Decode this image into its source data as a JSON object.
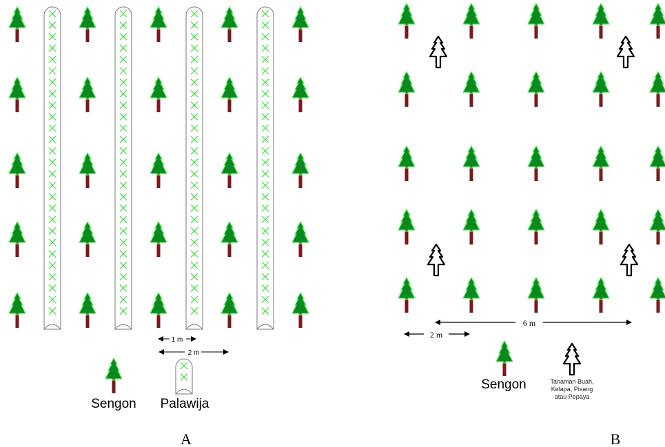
{
  "panelA": {
    "letter": "A",
    "dim_1m": "1 m",
    "dim_2m": "2 m",
    "legend_sengon": "Sengon",
    "legend_palawija": "Palawija"
  },
  "panelB": {
    "letter": "B",
    "dim_6m": "6 m",
    "dim_2m": "2 m",
    "legend_sengon": "Sengon",
    "legend_fruit_line1": "Tanaman Buah,",
    "legend_fruit_line2": "Kelapa, Pisang",
    "legend_fruit_line3": "atau Pepaya"
  },
  "colors": {
    "tree_green": "#0a8a1e",
    "tree_light": "#5ee85e",
    "trunk": "#7a1a1a",
    "crop_x": "#3ee03e",
    "strip_border": "#777777"
  }
}
